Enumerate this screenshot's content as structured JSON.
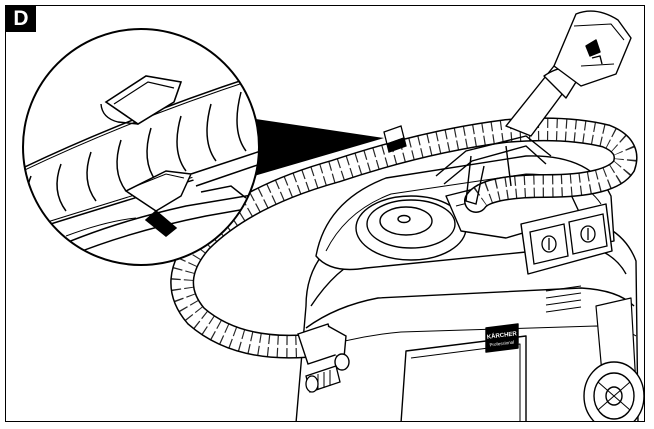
{
  "figure": {
    "label": "D",
    "brand_plate": "KÄRCHER",
    "brand_plate_sub": "Professional"
  },
  "icons": {
    "badge": "figure-label-badge",
    "magnifier": "detail-magnifier-circle",
    "pointer": "detail-pointer-wedge",
    "hose": "spiral-hose",
    "nozzle": "hand-nozzle",
    "machine": "spray-extraction-machine",
    "switch": "rocker-switch",
    "wheel": "castor-wheel"
  }
}
